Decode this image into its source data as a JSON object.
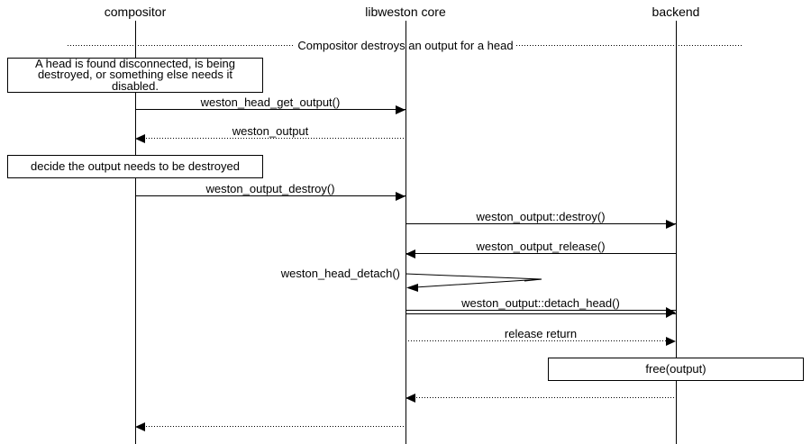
{
  "diagram": {
    "title": "Compositor destroys an output for a head",
    "colors": {
      "line": "#000000",
      "background": "#ffffff"
    },
    "participants": [
      {
        "name": "compositor"
      },
      {
        "name": "libweston core"
      },
      {
        "name": "backend"
      }
    ],
    "divider": {
      "label": "Compositor destroys an output for a head"
    },
    "notes": [
      {
        "lines": [
          "A head is found disconnected, is being",
          "destroyed, or something else needs it",
          "disabled."
        ]
      },
      {
        "text": "decide the output needs to be destroyed"
      },
      {
        "text": "free(output)"
      }
    ],
    "messages": [
      {
        "label": "weston_head_get_output()",
        "from": "compositor",
        "to": "libweston core",
        "style": "solid"
      },
      {
        "label": "weston_output",
        "from": "libweston core",
        "to": "compositor",
        "style": "dotted"
      },
      {
        "label": "weston_output_destroy()",
        "from": "compositor",
        "to": "libweston core",
        "style": "solid"
      },
      {
        "label": "weston_output::destroy()",
        "from": "libweston core",
        "to": "backend",
        "style": "solid"
      },
      {
        "label": "weston_output_release()",
        "from": "backend",
        "to": "libweston core",
        "style": "solid"
      },
      {
        "label": "weston_head_detach()",
        "from": "libweston core",
        "to": "libweston core",
        "style": "self"
      },
      {
        "label": "weston_output::detach_head()",
        "from": "libweston core",
        "to": "backend",
        "style": "double"
      },
      {
        "label": "release return",
        "from": "libweston core",
        "to": "backend",
        "style": "dotted"
      },
      {
        "label": "",
        "from": "backend",
        "to": "libweston core",
        "style": "dotted"
      },
      {
        "label": "",
        "from": "libweston core",
        "to": "compositor",
        "style": "dotted"
      }
    ]
  }
}
